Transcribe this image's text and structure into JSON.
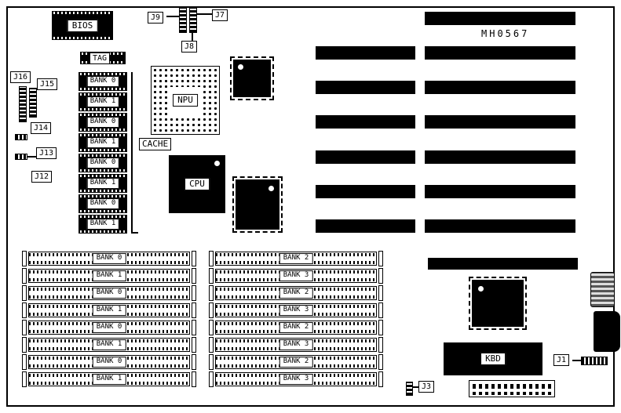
{
  "board": {
    "part_number": "MH0567"
  },
  "chips": {
    "bios": "BIOS",
    "tag": "TAG",
    "npu": "NPU",
    "cache": "CACHE",
    "cpu": "CPU",
    "kbd": "KBD"
  },
  "jumpers": {
    "j1": "J1",
    "j3": "J3",
    "j7": "J7",
    "j8": "J8",
    "j9": "J9",
    "j12": "J12",
    "j13": "J13",
    "j14": "J14",
    "j15": "J15",
    "j16": "J16"
  },
  "cache_banks": [
    "BANK 0",
    "BANK 1",
    "BANK 0",
    "BANK 1",
    "BANK 0",
    "BANK 1",
    "BANK 0",
    "BANK 1"
  ],
  "memory_banks_left": [
    "BANK 0",
    "BANK 1",
    "BANK 0",
    "BANK 1",
    "BANK 0",
    "BANK 1",
    "BANK 0",
    "BANK 1"
  ],
  "memory_banks_right": [
    "BANK 2",
    "BANK 3",
    "BANK 2",
    "BANK 3",
    "BANK 2",
    "BANK 3",
    "BANK 2",
    "BANK 3"
  ]
}
